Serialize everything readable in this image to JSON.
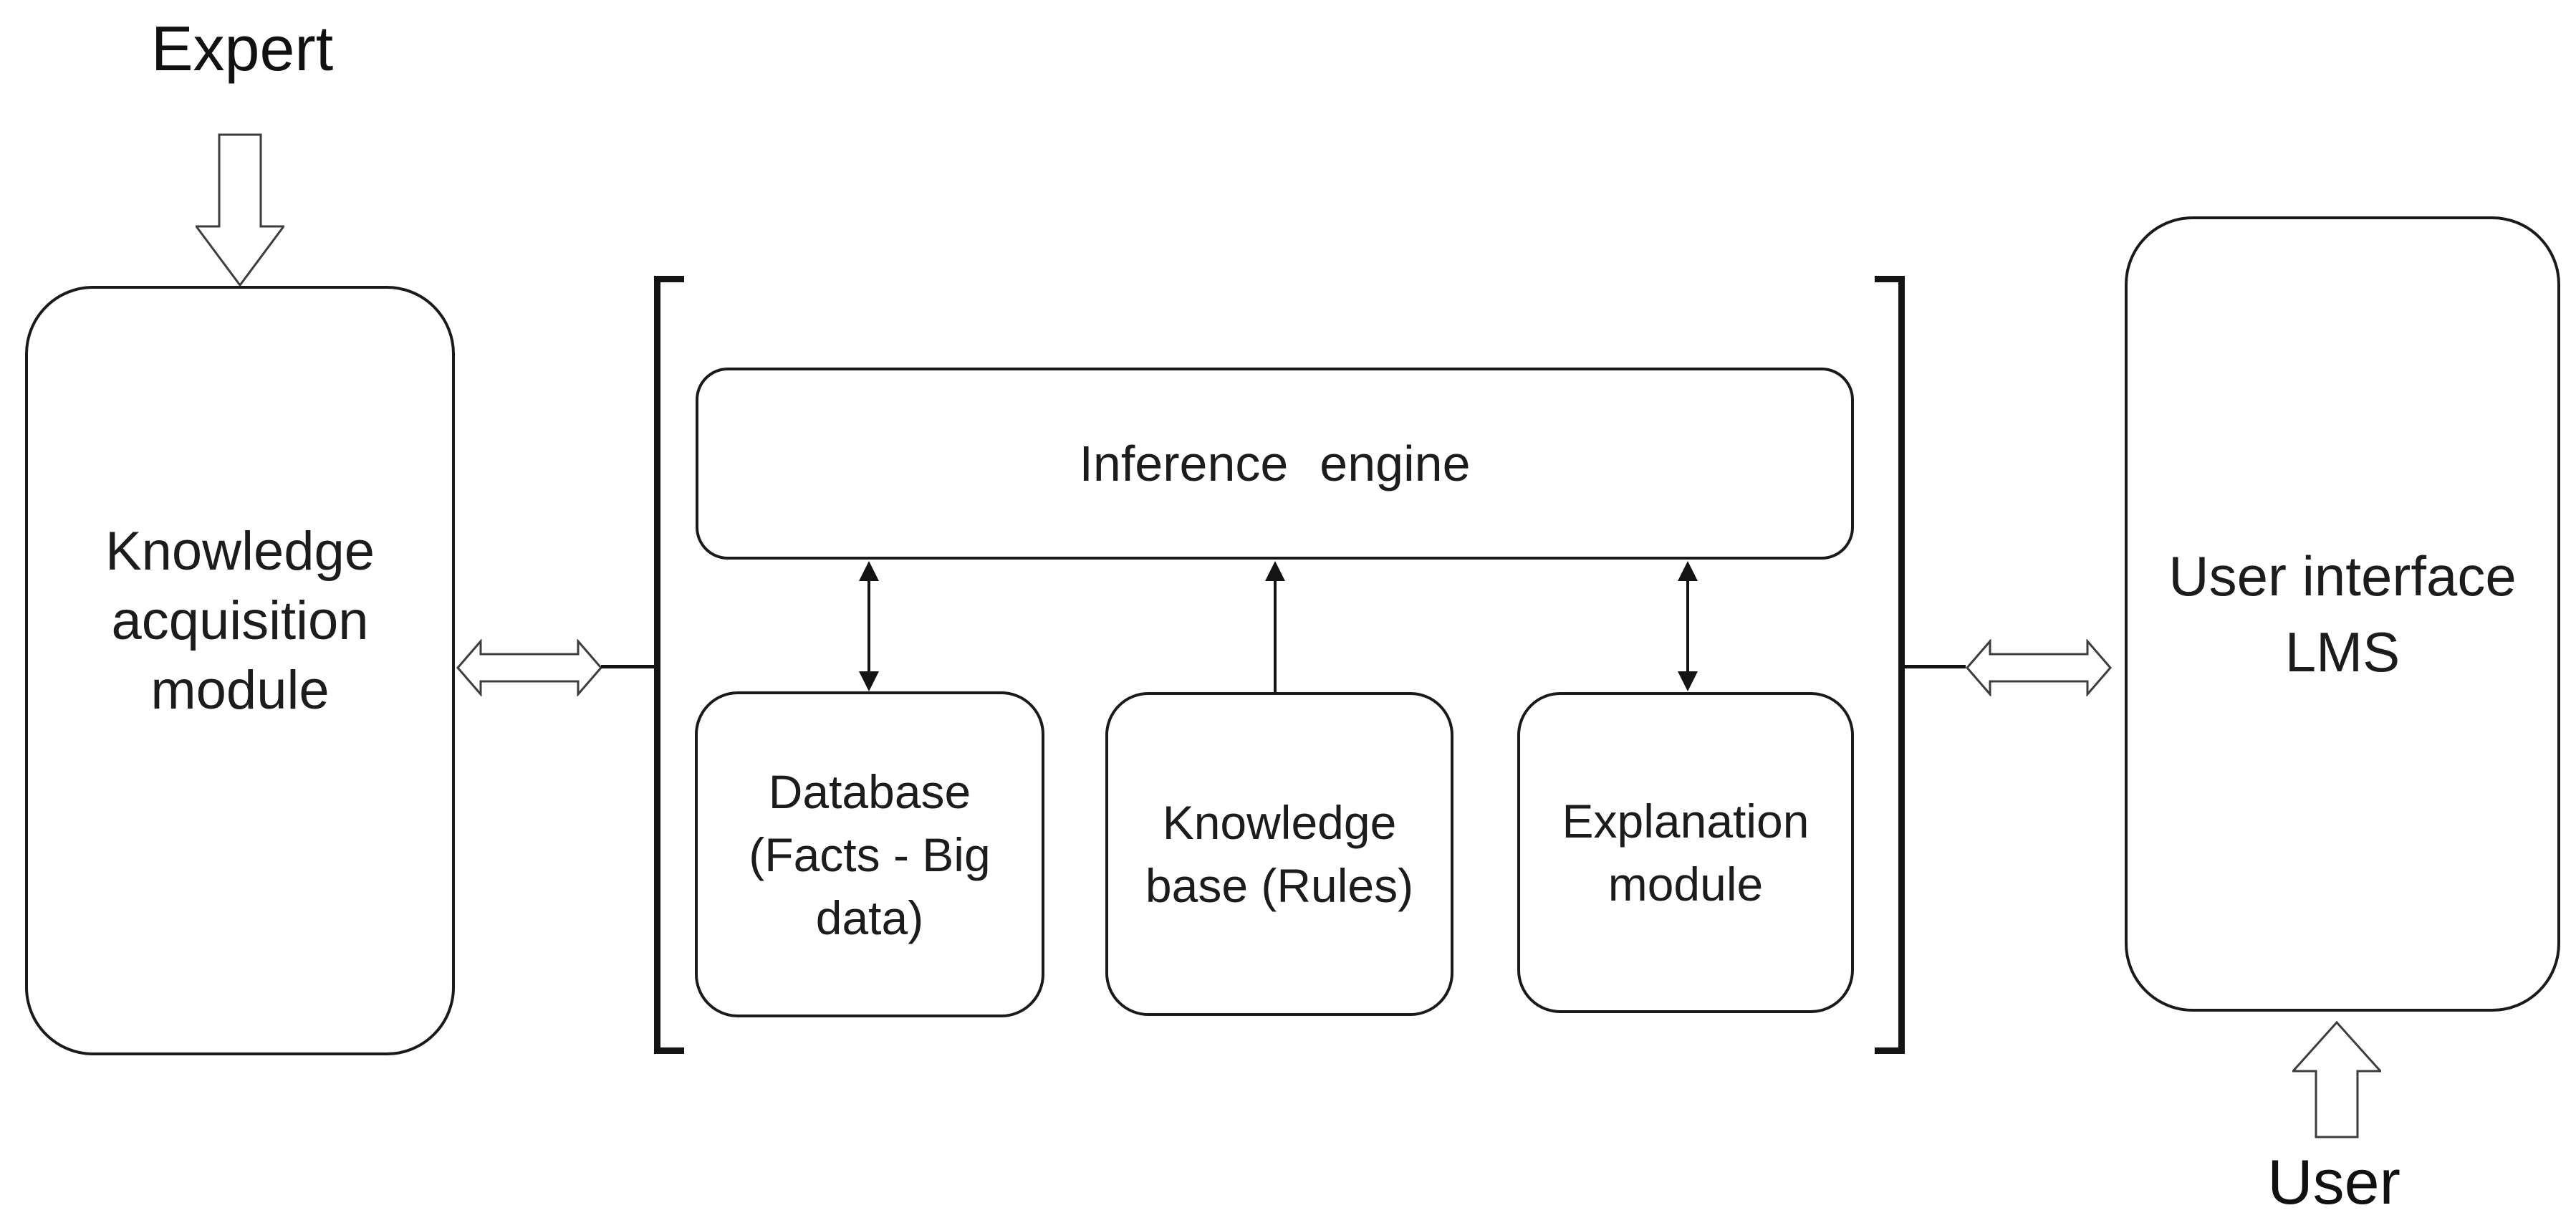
{
  "diagram": {
    "title": "Expert system architecture with LMS",
    "background_color": "#ffffff",
    "line_color": "#1a1a1a",
    "hollow_arrow_outline_color": "#3d3d3d",
    "labels": {
      "expert": "Expert",
      "user": "User",
      "knowledge_acquisition": "Knowledge\nacquisition\nmodule",
      "inference_engine": "Inference engine",
      "database": "Database\n(Facts - Big\ndata)",
      "knowledge_base": "Knowledge\nbase (Rules)",
      "explanation": "Explanation\nmodule",
      "user_interface": "User interface\nLMS"
    },
    "icons": [
      {
        "name": "hollow-down-arrow",
        "meaning": "input from Expert into Knowledge acquisition module"
      },
      {
        "name": "hollow-double-arrow-left",
        "meaning": "bidirectional link between Knowledge acquisition module and bracketed expert-system core"
      },
      {
        "name": "hollow-double-arrow-right",
        "meaning": "bidirectional link between bracketed expert-system core and User interface LMS"
      },
      {
        "name": "hollow-up-arrow",
        "meaning": "input from User into User interface LMS"
      },
      {
        "name": "thin-double-arrow",
        "meaning": "bidirectional link Inference engine / Database"
      },
      {
        "name": "thin-up-arrow",
        "meaning": "link Knowledge base (Rules) to Inference engine"
      },
      {
        "name": "thin-double-arrow-2",
        "meaning": "bidirectional link Inference engine / Explanation module"
      }
    ],
    "connections": [
      {
        "from": "Expert",
        "to": "Knowledge acquisition module",
        "style": "hollow-arrow",
        "direction": "down"
      },
      {
        "from": "Knowledge acquisition module",
        "to": "expert-system core (bracketed)",
        "style": "hollow-arrow",
        "direction": "both"
      },
      {
        "from": "Inference engine",
        "to": "Database (Facts - Big data)",
        "style": "thin-arrow",
        "direction": "both"
      },
      {
        "from": "Knowledge base (Rules)",
        "to": "Inference engine",
        "style": "thin-arrow",
        "direction": "up"
      },
      {
        "from": "Inference engine",
        "to": "Explanation module",
        "style": "thin-arrow",
        "direction": "both"
      },
      {
        "from": "expert-system core (bracketed)",
        "to": "User interface LMS",
        "style": "hollow-arrow",
        "direction": "both"
      },
      {
        "from": "User",
        "to": "User interface LMS",
        "style": "hollow-arrow",
        "direction": "up"
      }
    ]
  }
}
